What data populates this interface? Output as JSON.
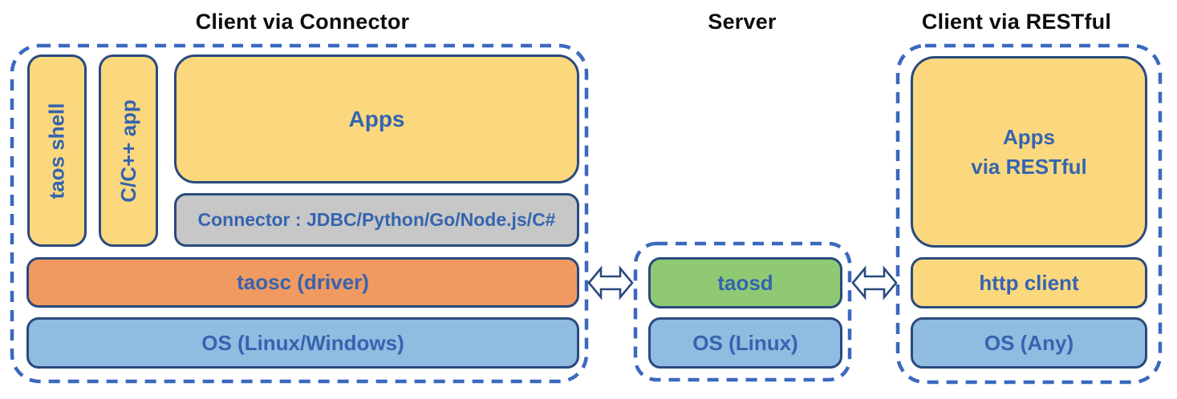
{
  "sections": {
    "client_connector": {
      "title": "Client via Connector",
      "boxes": {
        "taos_shell": "taos shell",
        "cpp_app": "C/C++ app",
        "apps": "Apps",
        "connector": "Connector : JDBC/Python/Go/Node.js/C#",
        "taosc": "taosc (driver)",
        "os": "OS (Linux/Windows)"
      }
    },
    "server": {
      "title": "Server",
      "boxes": {
        "taosd": "taosd",
        "os": "OS (Linux)"
      }
    },
    "client_restful": {
      "title": "Client via RESTful",
      "boxes": {
        "apps_line1": "Apps",
        "apps_line2": "via RESTful",
        "http_client": "http client",
        "os": "OS (Any)"
      }
    }
  },
  "icons": {
    "left_arrow": "bidirectional-arrow",
    "right_arrow": "bidirectional-arrow"
  },
  "colors": {
    "yellow_fill": "#FBD87E",
    "gray_fill": "#C7C7C7",
    "orange_fill": "#F09A62",
    "green_fill": "#90C973",
    "blue_fill": "#90BCE2",
    "border_navy": "#2A4A7D",
    "dashed_blue": "#3A69BE",
    "label_blue": "#3564AF",
    "title_black": "#0d0d0d"
  }
}
